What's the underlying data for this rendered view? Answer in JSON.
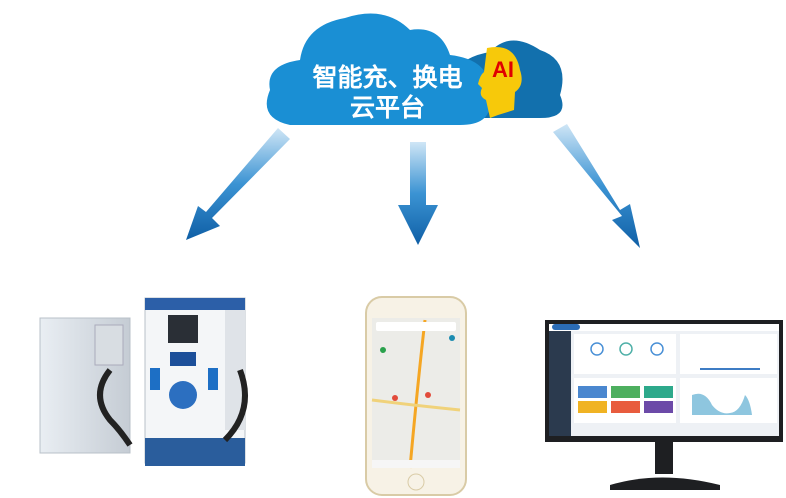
{
  "cloud": {
    "title_line1": "智能充、换电",
    "title_line2": "云平台",
    "ai_label": "AI",
    "color": "#1a8fd4",
    "back_color": "#1270ad",
    "head_color": "#f7c90a"
  },
  "arrows": {
    "color": "#1a73b8",
    "targets": [
      "charging-station",
      "mobile-app",
      "web-dashboard"
    ]
  },
  "devices": [
    "charging-station",
    "smartphone-map-app",
    "monitor-dashboard"
  ]
}
